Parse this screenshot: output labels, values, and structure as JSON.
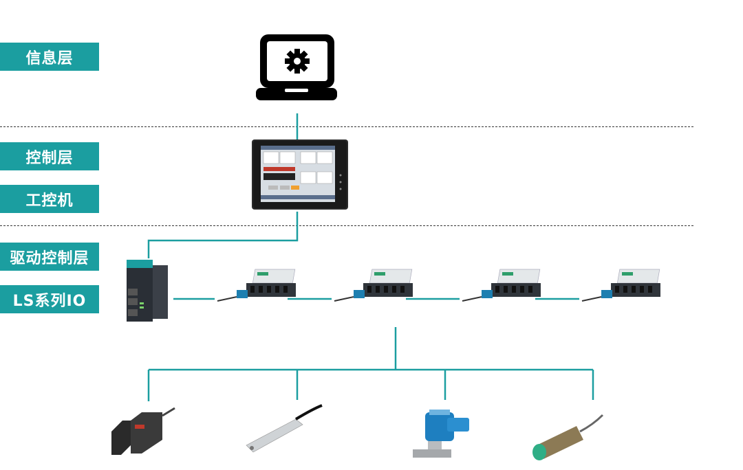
{
  "layers": {
    "info": "信息层",
    "control": "控制层",
    "ipc": "工控机",
    "drive": "驱动控制层",
    "io": "LS系列IO"
  },
  "icons": {
    "laptop": "laptop-gear-icon",
    "hmi": "touch-panel-icon",
    "gateway": "gateway-module-icon",
    "io_module": "io-module-icon",
    "sensor_1": "fork-photoelectric-sensor-icon",
    "sensor_2": "cylinder-magnetic-switch-icon",
    "sensor_3": "solenoid-valve-icon",
    "sensor_4": "proximity-sensor-icon"
  },
  "colors": {
    "accent": "#1b9ea0",
    "line": "#1b9ea0",
    "divider": "#333333"
  }
}
